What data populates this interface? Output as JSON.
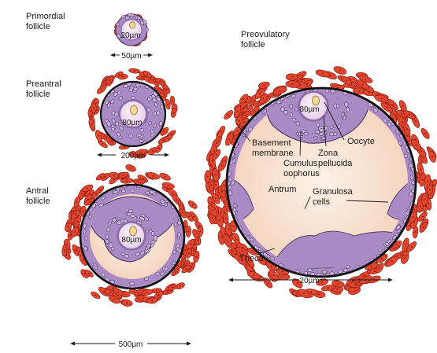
{
  "stages": {
    "primordial": {
      "title_line1": "Primordial",
      "title_line2": "follicle",
      "oocyte_size": "20µm",
      "scale": "50µm"
    },
    "preantral": {
      "title_line1": "Preantral",
      "title_line2": "follicle",
      "oocyte_size": "80µm",
      "scale": "200µm"
    },
    "antral": {
      "title_line1": "Antral",
      "title_line2": "follicle",
      "oocyte_size": "80µm",
      "scale": "500µm"
    },
    "preovulatory": {
      "title_line1": "Preovulatory",
      "title_line2": "follicle",
      "oocyte_size": "80µm",
      "scale": "20µm"
    }
  },
  "structures": {
    "oocyte": "Oocyte",
    "zona_line1": "Zona",
    "zona_line2": "pellucida",
    "basement_line1": "Basement",
    "basement_line2": "membrane",
    "cumulus_line1": "Cumulus",
    "cumulus_line2": "oophorus",
    "antrum": "Antrum",
    "granulosa_line1": "Granulosa",
    "granulosa_line2": "cells",
    "theca": "Theca"
  },
  "colors": {
    "theca_cell": "#e0452f",
    "theca_outline": "#8c1d10",
    "granulosa": "#a98ac4",
    "granulosa_cell": "#c9b2dc",
    "granulosa_outline": "#3f2a55",
    "antrum_fluid": "#f8e0cf",
    "oocyte": "#f3e4f2",
    "zona": "#8d6aa8",
    "nucleus": "#f6d79a",
    "basement_membrane": "#111111"
  }
}
